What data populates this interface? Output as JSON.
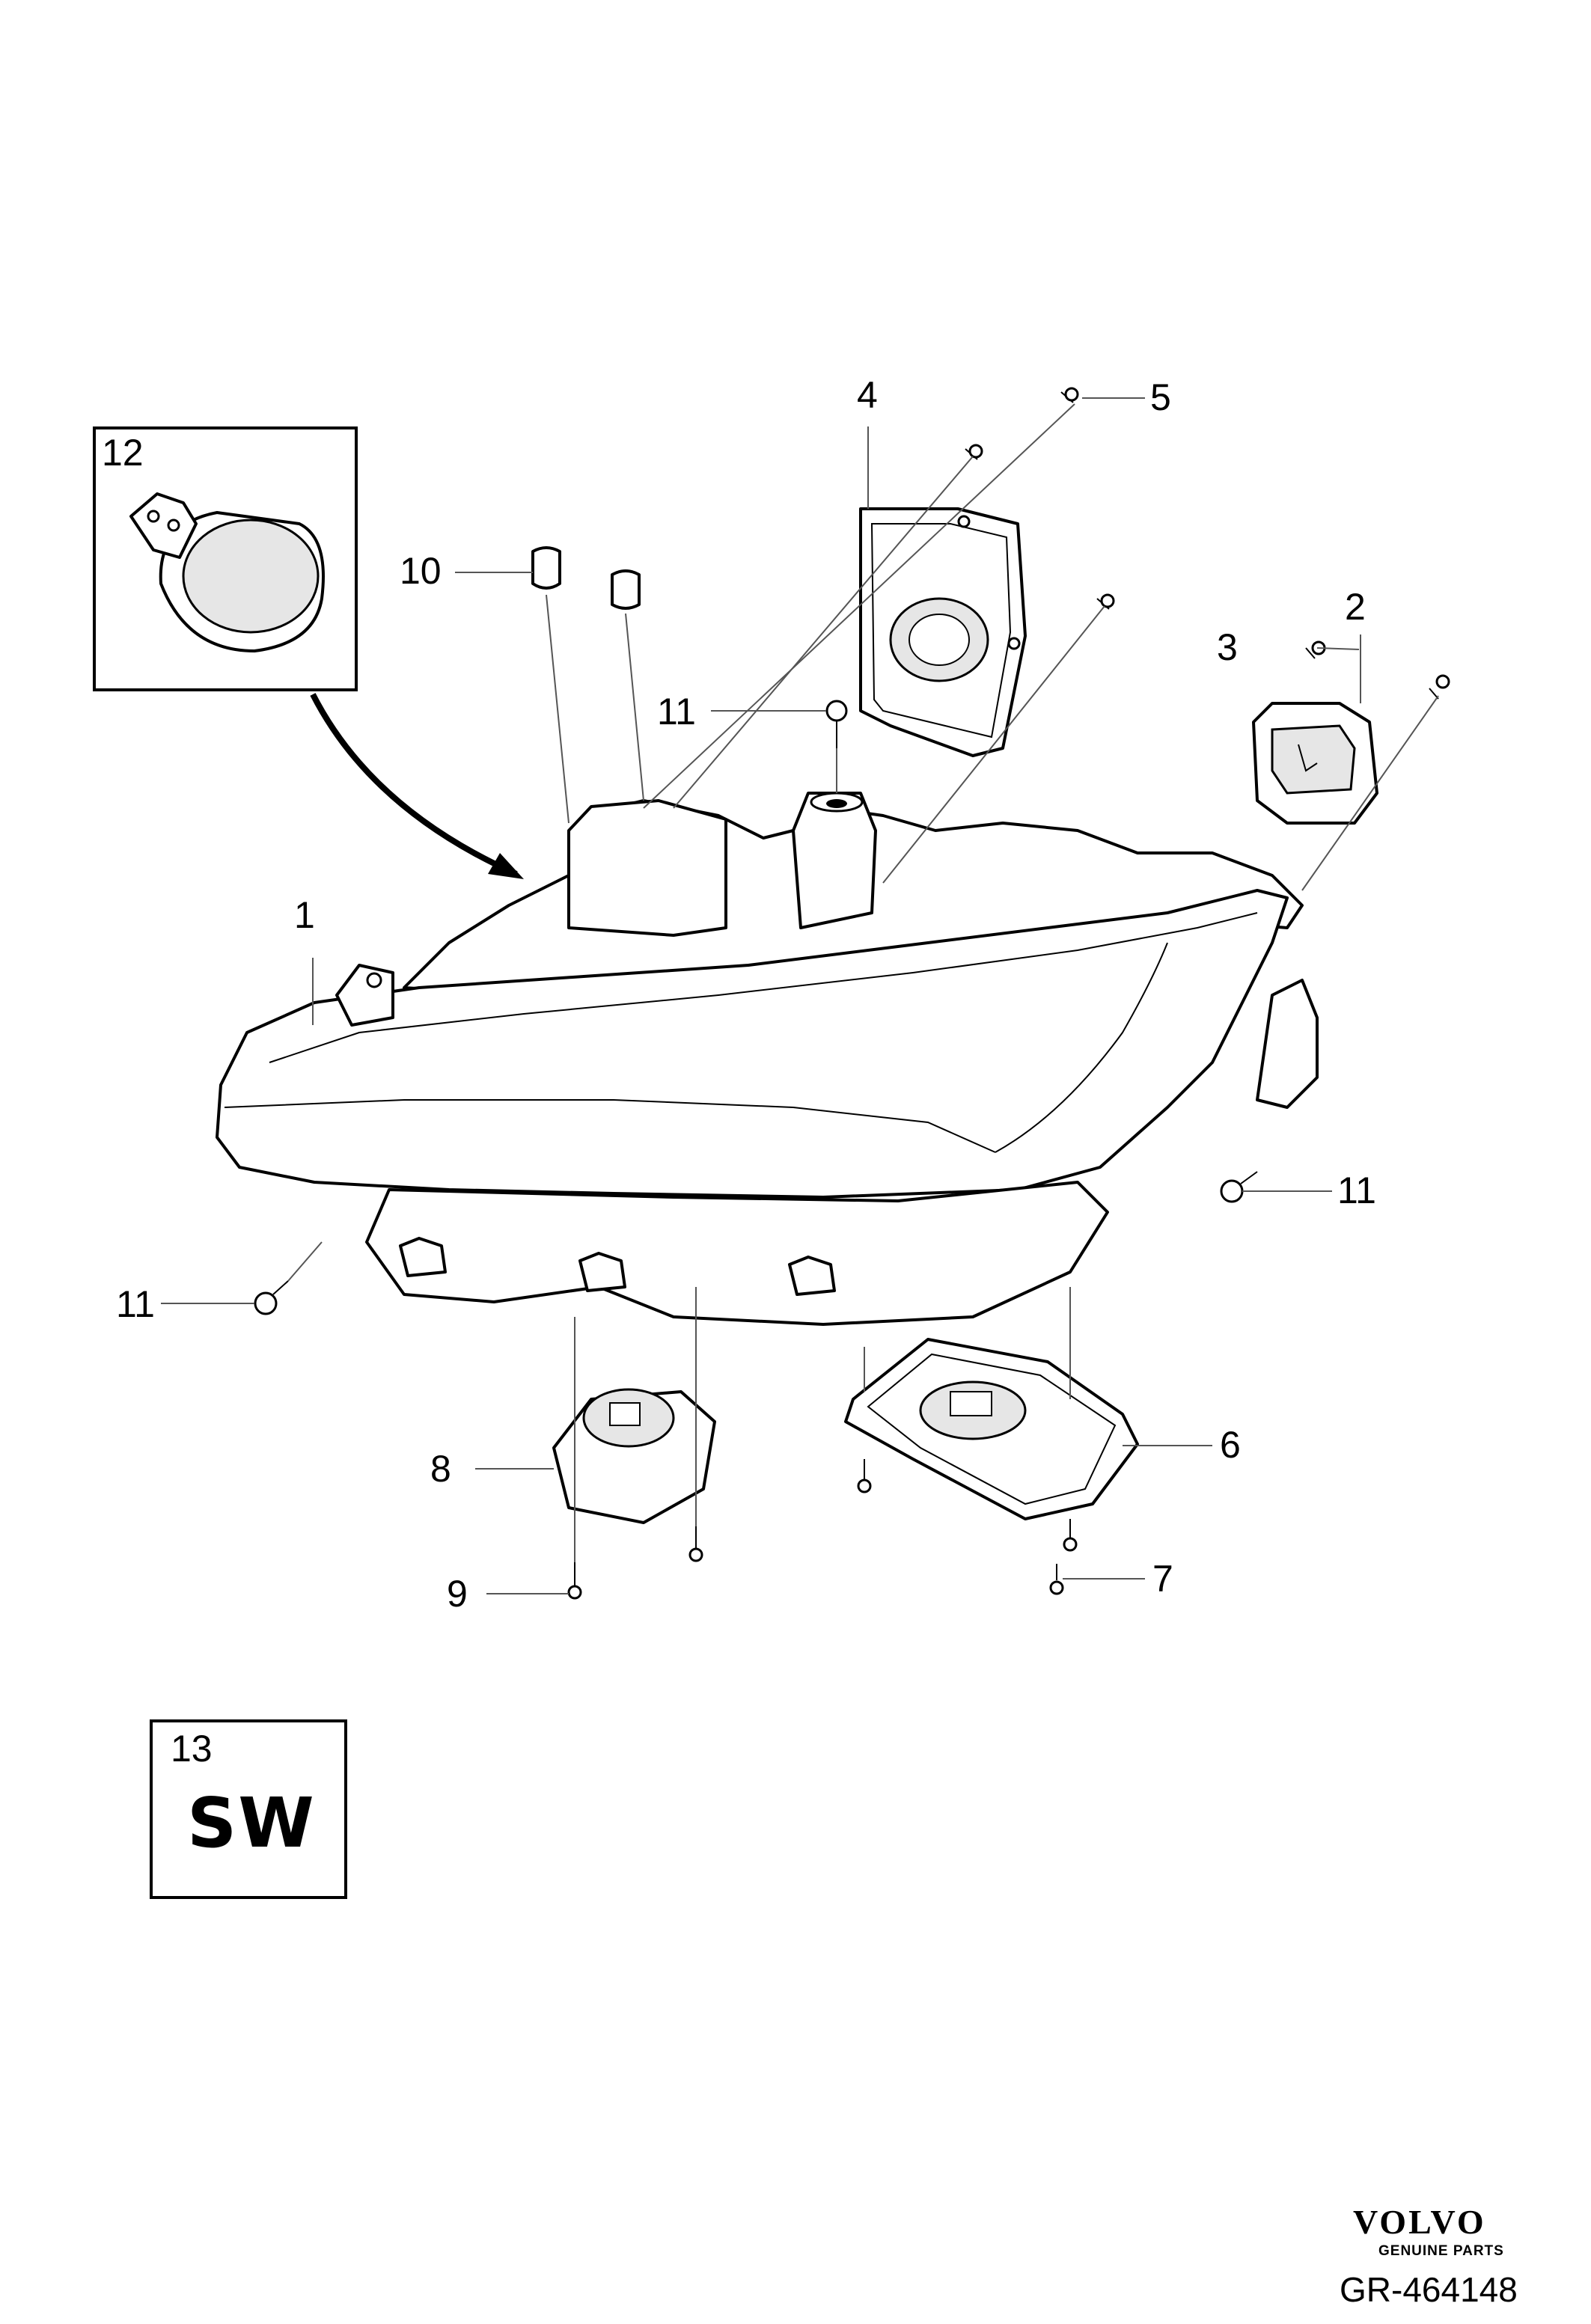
{
  "callouts": {
    "c1": "1",
    "c2": "2",
    "c3": "3",
    "c4": "4",
    "c5": "5",
    "c6": "6",
    "c7": "7",
    "c8": "8",
    "c9": "9",
    "c10": "10",
    "c11a": "11",
    "c11b": "11",
    "c11c": "11",
    "c12": "12",
    "c13": "13"
  },
  "sw_box": {
    "text": "SW"
  },
  "footer": {
    "brand": "VOLVO",
    "tagline": "GENUINE PARTS",
    "reference": "GR-464148"
  }
}
